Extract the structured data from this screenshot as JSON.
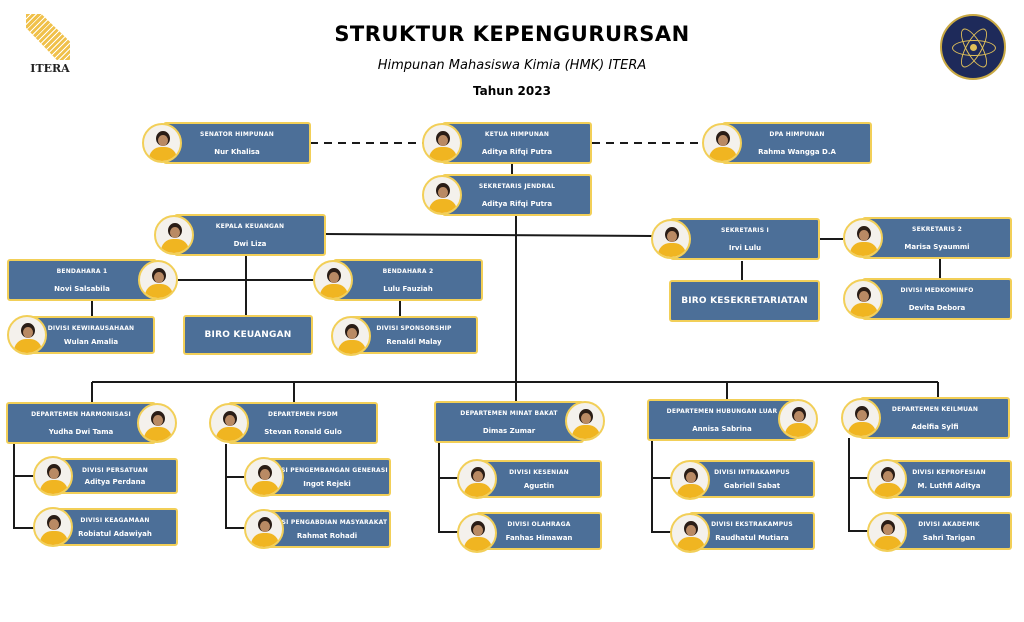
{
  "header": {
    "title": "STRUKTUR KEPENGURURSAN",
    "subtitle": "Himpunan Mahasiswa Kimia (HMK) ITERA",
    "year": "Tahun 2023",
    "logo_left_text": "ITERA"
  },
  "colors": {
    "box": "#4c6f98",
    "border": "#f2cf58",
    "line": "#1a1a1a"
  },
  "top": {
    "senator": {
      "role": "SENATOR HIMPUNAN",
      "name": "Nur Khalisa"
    },
    "ketua": {
      "role": "KETUA HIMPUNAN",
      "name": "Aditya Rifqi Putra"
    },
    "dpa": {
      "role": "DPA HIMPUNAN",
      "name": "Rahma Wangga D.A"
    },
    "sekjen": {
      "role": "SEKRETARIS JENDRAL",
      "name": "Aditya Rifqi Putra"
    }
  },
  "keuangan": {
    "kepala": {
      "role": "KEPALA KEUANGAN",
      "name": "Dwi Liza"
    },
    "bendahara1": {
      "role": "BENDAHARA 1",
      "name": "Novi Salsabila"
    },
    "bendahara2": {
      "role": "BENDAHARA 2",
      "name": "Lulu Fauziah"
    },
    "biro": {
      "role": "BIRO KEUANGAN"
    },
    "kewirausahaan": {
      "role": "DIVISI KEWIRAUSAHAAN",
      "name": "Wulan Amalia"
    },
    "sponsorship": {
      "role": "DIVISI SPONSORSHIP",
      "name": "Renaldi Malay"
    }
  },
  "sekretariat": {
    "sek1": {
      "role": "SEKRETARIS I",
      "name": "Irvi Lulu"
    },
    "sek2": {
      "role": "SEKRETARIS 2",
      "name": "Marisa Syaummi"
    },
    "biro": {
      "role": "BIRO KESEKRETARIATAN"
    },
    "medkominfo": {
      "role": "DIVISI MEDKOMINFO",
      "name": "Devita Debora"
    }
  },
  "departments": {
    "harmonisasi": {
      "role": "DEPARTEMEN HARMONISASI",
      "name": "Yudha Dwi Tama"
    },
    "persatuan": {
      "role": "DIVISI PERSATUAN",
      "name": "Aditya Perdana"
    },
    "keagamaan": {
      "role": "DIVISI KEAGAMAAN",
      "name": "Robiatul Adawiyah"
    },
    "psdm": {
      "role": "DEPARTEMEN PSDM",
      "name": "Stevan Ronald Gulo"
    },
    "pengembangan": {
      "role": "DIVISI PENGEMBANGAN GENERASI",
      "name": "Ingot Rejeki"
    },
    "pengabdian": {
      "role": "DIVISI PENGABDIAN MASYARAKAT",
      "name": "Rahmat Rohadi"
    },
    "minat": {
      "role": "DEPARTEMEN MINAT BAKAT",
      "name": "Dimas Zumar"
    },
    "kesenian": {
      "role": "DIVISI KESENIAN",
      "name": "Agustin"
    },
    "olahraga": {
      "role": "DIVISI OLAHRAGA",
      "name": "Fanhas Himawan"
    },
    "hubungan": {
      "role": "DEPARTEMEN HUBUNGAN LUAR",
      "name": "Annisa Sabrina"
    },
    "intrakampus": {
      "role": "DIVISI INTRAKAMPUS",
      "name": "Gabriell Sabat"
    },
    "ekstrakampus": {
      "role": "DIVISI EKSTRAKAMPUS",
      "name": "Raudhatul Mutiara"
    },
    "keilmuan": {
      "role": "DEPARTEMEN KEILMUAN",
      "name": "Adelfia Sylfi"
    },
    "keprofesian": {
      "role": "DIVISI KEPROFESIAN",
      "name": "M. Luthfi Aditya"
    },
    "akademik": {
      "role": "DIVISI AKADEMIK",
      "name": "Sahri Tarigan"
    }
  }
}
